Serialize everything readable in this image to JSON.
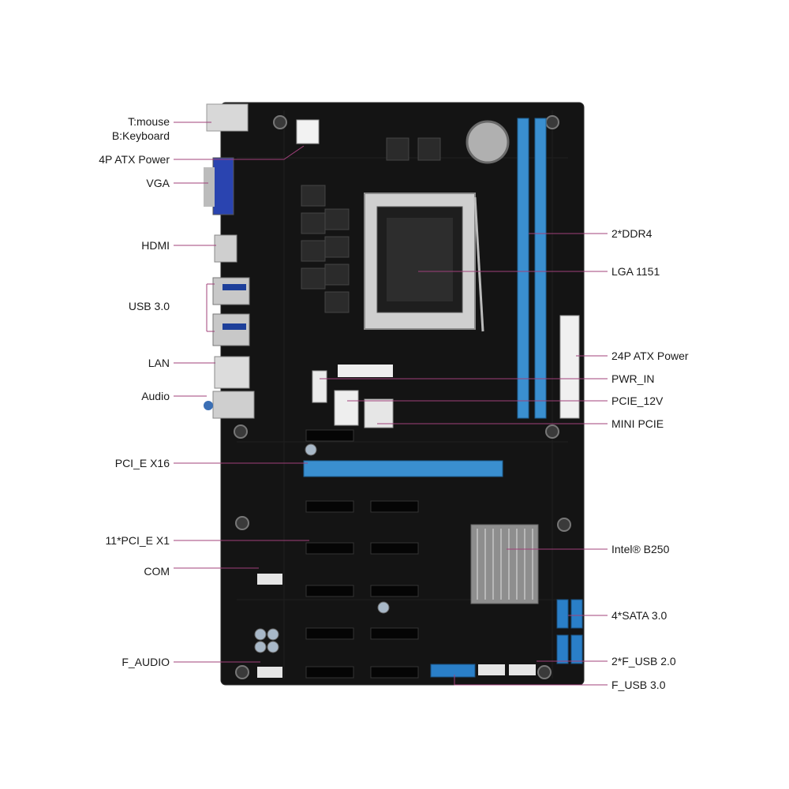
{
  "colors": {
    "board": "#141414",
    "board_edge": "#222222",
    "slot_blue": "#3a8fd0",
    "slot_black": "#050505",
    "leader": "#a0407a",
    "label_text": "#1a1a1a",
    "metal": "#b8b8b8",
    "heatsink": "#8e8e8e"
  },
  "labels_left": [
    {
      "id": "mouse-keyboard",
      "lines": [
        "T:mouse",
        "B:Keyboard"
      ]
    },
    {
      "id": "4p-atx-power",
      "lines": [
        "4P ATX Power"
      ]
    },
    {
      "id": "vga",
      "lines": [
        "VGA"
      ]
    },
    {
      "id": "hdmi",
      "lines": [
        "HDMI"
      ]
    },
    {
      "id": "usb-3-0",
      "lines": [
        "USB 3.0"
      ]
    },
    {
      "id": "lan",
      "lines": [
        "LAN"
      ]
    },
    {
      "id": "audio",
      "lines": [
        "Audio"
      ]
    },
    {
      "id": "pci-e-x16",
      "lines": [
        "PCI_E X16"
      ]
    },
    {
      "id": "pci-e-x1",
      "lines": [
        "11*PCI_E X1"
      ]
    },
    {
      "id": "com",
      "lines": [
        "COM"
      ]
    },
    {
      "id": "f-audio",
      "lines": [
        "F_AUDIO"
      ]
    }
  ],
  "labels_right": [
    {
      "id": "ddr4",
      "lines": [
        "2*DDR4"
      ]
    },
    {
      "id": "lga-1151",
      "lines": [
        "LGA 1151"
      ]
    },
    {
      "id": "24p-atx-power",
      "lines": [
        "24P ATX Power"
      ]
    },
    {
      "id": "pwr-in",
      "lines": [
        "PWR_IN"
      ]
    },
    {
      "id": "pcie-12v",
      "lines": [
        "PCIE_12V"
      ]
    },
    {
      "id": "mini-pcie",
      "lines": [
        "MINI PCIE"
      ]
    },
    {
      "id": "intel-b250",
      "lines": [
        "Intel® B250"
      ]
    },
    {
      "id": "sata",
      "lines": [
        "4*SATA 3.0"
      ]
    },
    {
      "id": "f-usb-2-0",
      "lines": [
        "2*F_USB 2.0"
      ]
    },
    {
      "id": "f-usb-3-0",
      "lines": [
        "F_USB 3.0"
      ]
    }
  ]
}
